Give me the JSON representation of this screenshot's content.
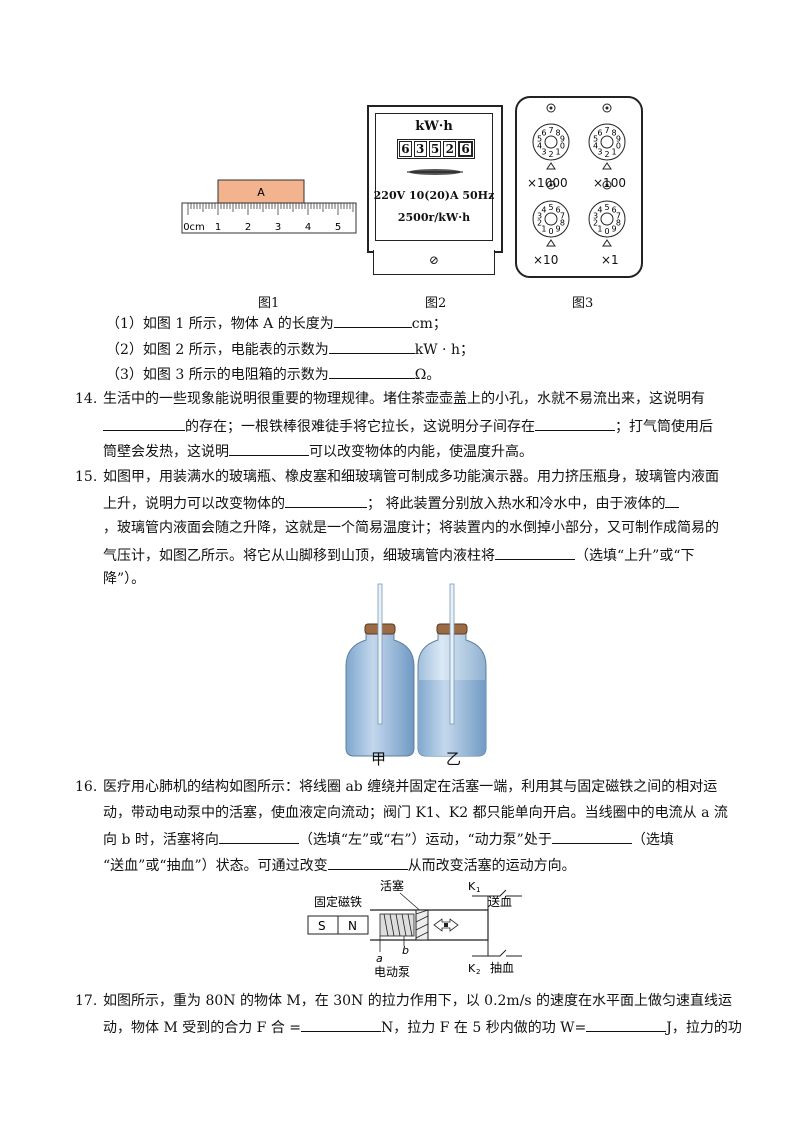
{
  "fig1": {
    "block_label": "A",
    "ruler_labels": [
      "0cm",
      "1",
      "2",
      "3",
      "4",
      "5"
    ],
    "caption": "图1"
  },
  "fig2": {
    "unit": "kW·h",
    "digits": [
      "6",
      "3",
      "5",
      "2",
      "6"
    ],
    "spec1": "220V  10(20)A  50Hz",
    "spec2": "2500r/kW·h",
    "screw": "⊘",
    "caption": "图2"
  },
  "fig3": {
    "dials": [
      {
        "label": "×1000",
        "pointer": "2"
      },
      {
        "label": "×100",
        "pointer": "2"
      },
      {
        "label": "×10",
        "pointer": "0"
      },
      {
        "label": "×1",
        "pointer": "0"
      }
    ],
    "caption": "图3"
  },
  "q13": {
    "l1_pre": "（1）如图 1 所示，物体 A 的长度为",
    "l1_post": "cm；",
    "l2_pre": "（2）如图 2 所示，电能表的示数为",
    "l2_post": "kW · h；",
    "l3_pre": "（3）如图 3 所示的电阻箱的示数为",
    "l3_post": "Ω。"
  },
  "q14": {
    "num": "14.",
    "l1": "生活中的一些现象能说明很重要的物理规律。堵住茶壶壶盖上的小孔，水就不易流出来，这说明有",
    "l2_a": "的存在；一根铁棒很难徒手将它拉长，这说明分子间存在",
    "l2_b": "；打气筒使用后",
    "l3_a": "筒壁会发热，这说明",
    "l3_b": "可以改变物体的内能，使温度升高。"
  },
  "q15": {
    "num": "15.",
    "l1": "如图甲，用装满水的玻璃瓶、橡皮塞和细玻璃管可制成多功能演示器。用力挤压瓶身，玻璃管内液面",
    "l2_a": "上升，说明力可以改变物体的",
    "l2_b": "；   将此装置分别放入热水和冷水中，由于液体的",
    "l3": "，玻璃管内液面会随之升降，这就是一个简易温度计；将装置内的水倒掉小部分，又可制作成简易的",
    "l4_a": "气压计，如图乙所示。将它从山脚移到山顶，细玻璃管内液柱将",
    "l4_b": "（选填“上升”或“下",
    "l5": "降”）。",
    "label_jia": "甲",
    "label_yi": "乙"
  },
  "q16": {
    "num": "16.",
    "l1": "医疗用心肺机的结构如图所示：将线圈 ab 缠绕并固定在活塞一端，利用其与固定磁铁之间的相对运",
    "l2": "动，带动电动泵中的活塞，使血液定向流动；阀门 K1、K2 都只能单向开启。当线圈中的电流从 a 流",
    "l3_a": "向 b 时，活塞将向",
    "l3_b": "（选填“左”或“右”）运动，“动力泵”处于",
    "l3_c": "（选填",
    "l4_a": "“送血”或“抽血”）状态。可通过改变",
    "l4_b": "从而改变活塞的运动方向。",
    "fig": {
      "magnet_label": "固定磁铁",
      "piston_label": "活塞",
      "s": "S",
      "n": "N",
      "a": "a",
      "b": "b",
      "pump_label": "电动泵",
      "k1": "K",
      "k1_sub": "1",
      "send": "送血",
      "k2": "K",
      "k2_sub": "2",
      "draw": "抽血"
    }
  },
  "q17": {
    "num": "17.",
    "l1": "如图所示，重为 80N 的物体 M，在 30N 的拉力作用下，以 0.2m/s 的速度在水平面上做匀速直线运",
    "l2_a": "动，物体 M 受到的合力 F 合 =",
    "l2_b": "N，拉力 F 在 5 秒内做的功 W=",
    "l2_c": "J，拉力的功"
  }
}
